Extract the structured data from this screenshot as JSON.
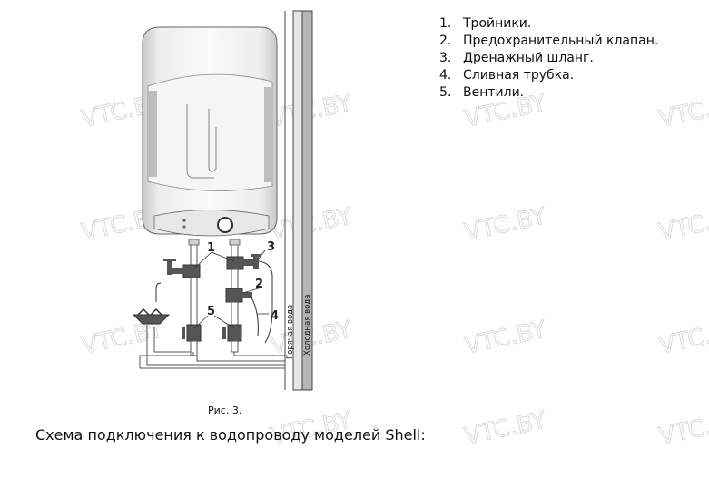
{
  "legend": [
    {
      "num": "1.",
      "text": "Тройники."
    },
    {
      "num": "2.",
      "text": "Предохранительный клапан."
    },
    {
      "num": "3.",
      "text": "Дренажный шланг."
    },
    {
      "num": "4.",
      "text": "Сливная трубка."
    },
    {
      "num": "5.",
      "text": "Вентили."
    }
  ],
  "caption": "Рис. 3.",
  "heading": "Схема подключения к водопроводу моделей Shell:",
  "diagram": {
    "callouts": {
      "c1": "1",
      "c2": "2",
      "c3": "3",
      "c4": "4",
      "c5": "5"
    },
    "pipe_labels": {
      "hot": "Горячая вода",
      "cold": "Холодная вода"
    },
    "watermark": "VTC.BY"
  }
}
